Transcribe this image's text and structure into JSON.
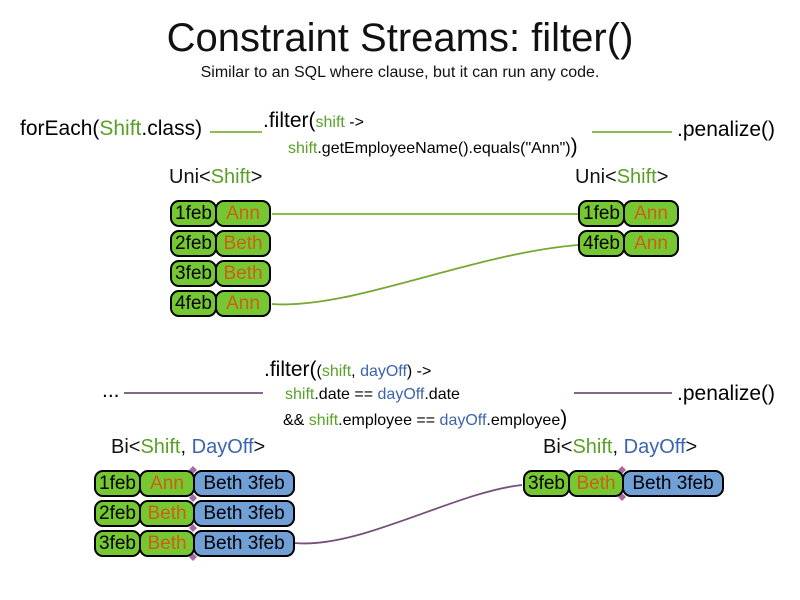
{
  "title": "Constraint Streams: filter()",
  "subtitle": "Similar to an SQL where clause, but it can run any code.",
  "colors": {
    "code_green": "#5aa028",
    "code_blue": "#3b64ac",
    "name_orange": "#cd5f14",
    "cell_green": "#76c832",
    "cell_blue": "#71a0d7",
    "line_green": "#8cbe50",
    "line_purple": "#75507b"
  },
  "section1": {
    "foreach_pre": "forEach(",
    "foreach_type": "Shift",
    "foreach_post": ".class)",
    "filter_head": ".filter(",
    "filter_param": "shift",
    "filter_arrow": " ->",
    "filter_body_param": "shift",
    "filter_body": ".getEmployeeName().equals(\"Ann\")",
    "filter_close": ")",
    "penalize": ".penalize()",
    "left_label_pre": "Uni<",
    "left_label_type": "Shift",
    "left_label_post": ">",
    "right_label_pre": "Uni<",
    "right_label_type": "Shift",
    "right_label_post": ">",
    "left_rows": [
      {
        "date": "1feb",
        "name": "Ann"
      },
      {
        "date": "2feb",
        "name": "Beth"
      },
      {
        "date": "3feb",
        "name": "Beth"
      },
      {
        "date": "4feb",
        "name": "Ann"
      }
    ],
    "right_rows": [
      {
        "date": "1feb",
        "name": "Ann"
      },
      {
        "date": "4feb",
        "name": "Ann"
      }
    ]
  },
  "section2": {
    "ellipsis": "...",
    "filter_head": ".filter(",
    "filter_p_open": "(",
    "filter_param1": "shift",
    "filter_comma": ", ",
    "filter_param2": "dayOff",
    "filter_p_close": ") ->",
    "body1_param1": "shift",
    "body1_mid": ".date == ",
    "body1_param2": "dayOff",
    "body1_end": ".date",
    "body2_pre": "&& ",
    "body2_param1": "shift",
    "body2_mid": ".employee == ",
    "body2_param2": "dayOff",
    "body2_end": ".employee",
    "filter_close": ")",
    "penalize": ".penalize()",
    "left_label_pre": "Bi<",
    "left_label_type1": "Shift",
    "left_label_sep": ", ",
    "left_label_type2": "DayOff",
    "left_label_post": ">",
    "right_label_pre": "Bi<",
    "right_label_type1": "Shift",
    "right_label_sep": ", ",
    "right_label_type2": "DayOff",
    "right_label_post": ">",
    "left_rows": [
      {
        "date": "1feb",
        "name": "Ann",
        "pair": "Beth 3feb"
      },
      {
        "date": "2feb",
        "name": "Beth",
        "pair": "Beth 3feb"
      },
      {
        "date": "3feb",
        "name": "Beth",
        "pair": "Beth 3feb"
      }
    ],
    "right_rows": [
      {
        "date": "3feb",
        "name": "Beth",
        "pair": "Beth 3feb"
      }
    ]
  }
}
